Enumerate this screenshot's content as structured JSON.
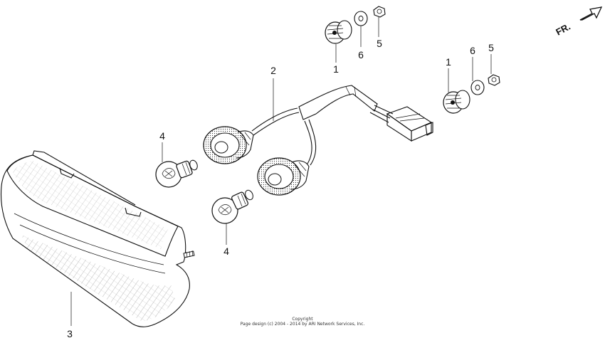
{
  "direction": {
    "label": "FR.",
    "icon": "arrow-icon"
  },
  "callouts": [
    {
      "part": "1",
      "name": "grommet"
    },
    {
      "part": "1",
      "name": "grommet"
    },
    {
      "part": "2",
      "name": "socket-harness"
    },
    {
      "part": "3",
      "name": "taillight-lens-assembly"
    },
    {
      "part": "4",
      "name": "bulb"
    },
    {
      "part": "4",
      "name": "bulb"
    },
    {
      "part": "5",
      "name": "nut"
    },
    {
      "part": "5",
      "name": "nut"
    },
    {
      "part": "6",
      "name": "washer"
    },
    {
      "part": "6",
      "name": "washer"
    }
  ],
  "copyright": {
    "line1": "Copyright",
    "line2": "Page design (c) 2004 - 2014 by ARI Network Services, Inc."
  }
}
